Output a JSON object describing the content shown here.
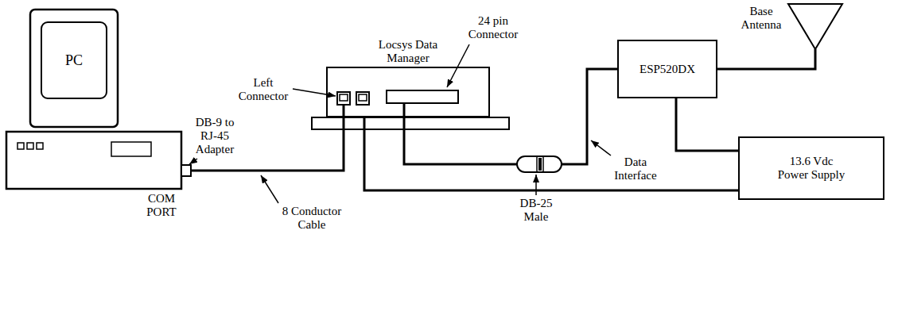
{
  "diagram": {
    "nodes": [
      {
        "text": [
          "PC"
        ]
      },
      {
        "text": [
          "Locsys Data Manager"
        ]
      },
      {
        "text": [
          "ESP520DX"
        ]
      },
      {
        "text": [
          "13.6 Vdc Power Supply"
        ]
      },
      {
        "text": [
          "Base Antenna"
        ]
      }
    ],
    "edges": [
      {
        "from": 0,
        "to": 1,
        "arrow": "none"
      },
      {
        "from": 1,
        "to": 2,
        "arrow": "none"
      },
      {
        "from": 1,
        "to": 3,
        "arrow": "none"
      },
      {
        "from": 2,
        "to": 3,
        "arrow": "none"
      },
      {
        "from": 2,
        "to": 4,
        "arrow": "none"
      }
    ],
    "labels": [
      "Left Connector",
      "24 pin Connector",
      "DB-9 to RJ-45 Adapter",
      "COM PORT",
      "8 Conductor Cable",
      "Data Interface",
      "DB-25 Male"
    ]
  }
}
